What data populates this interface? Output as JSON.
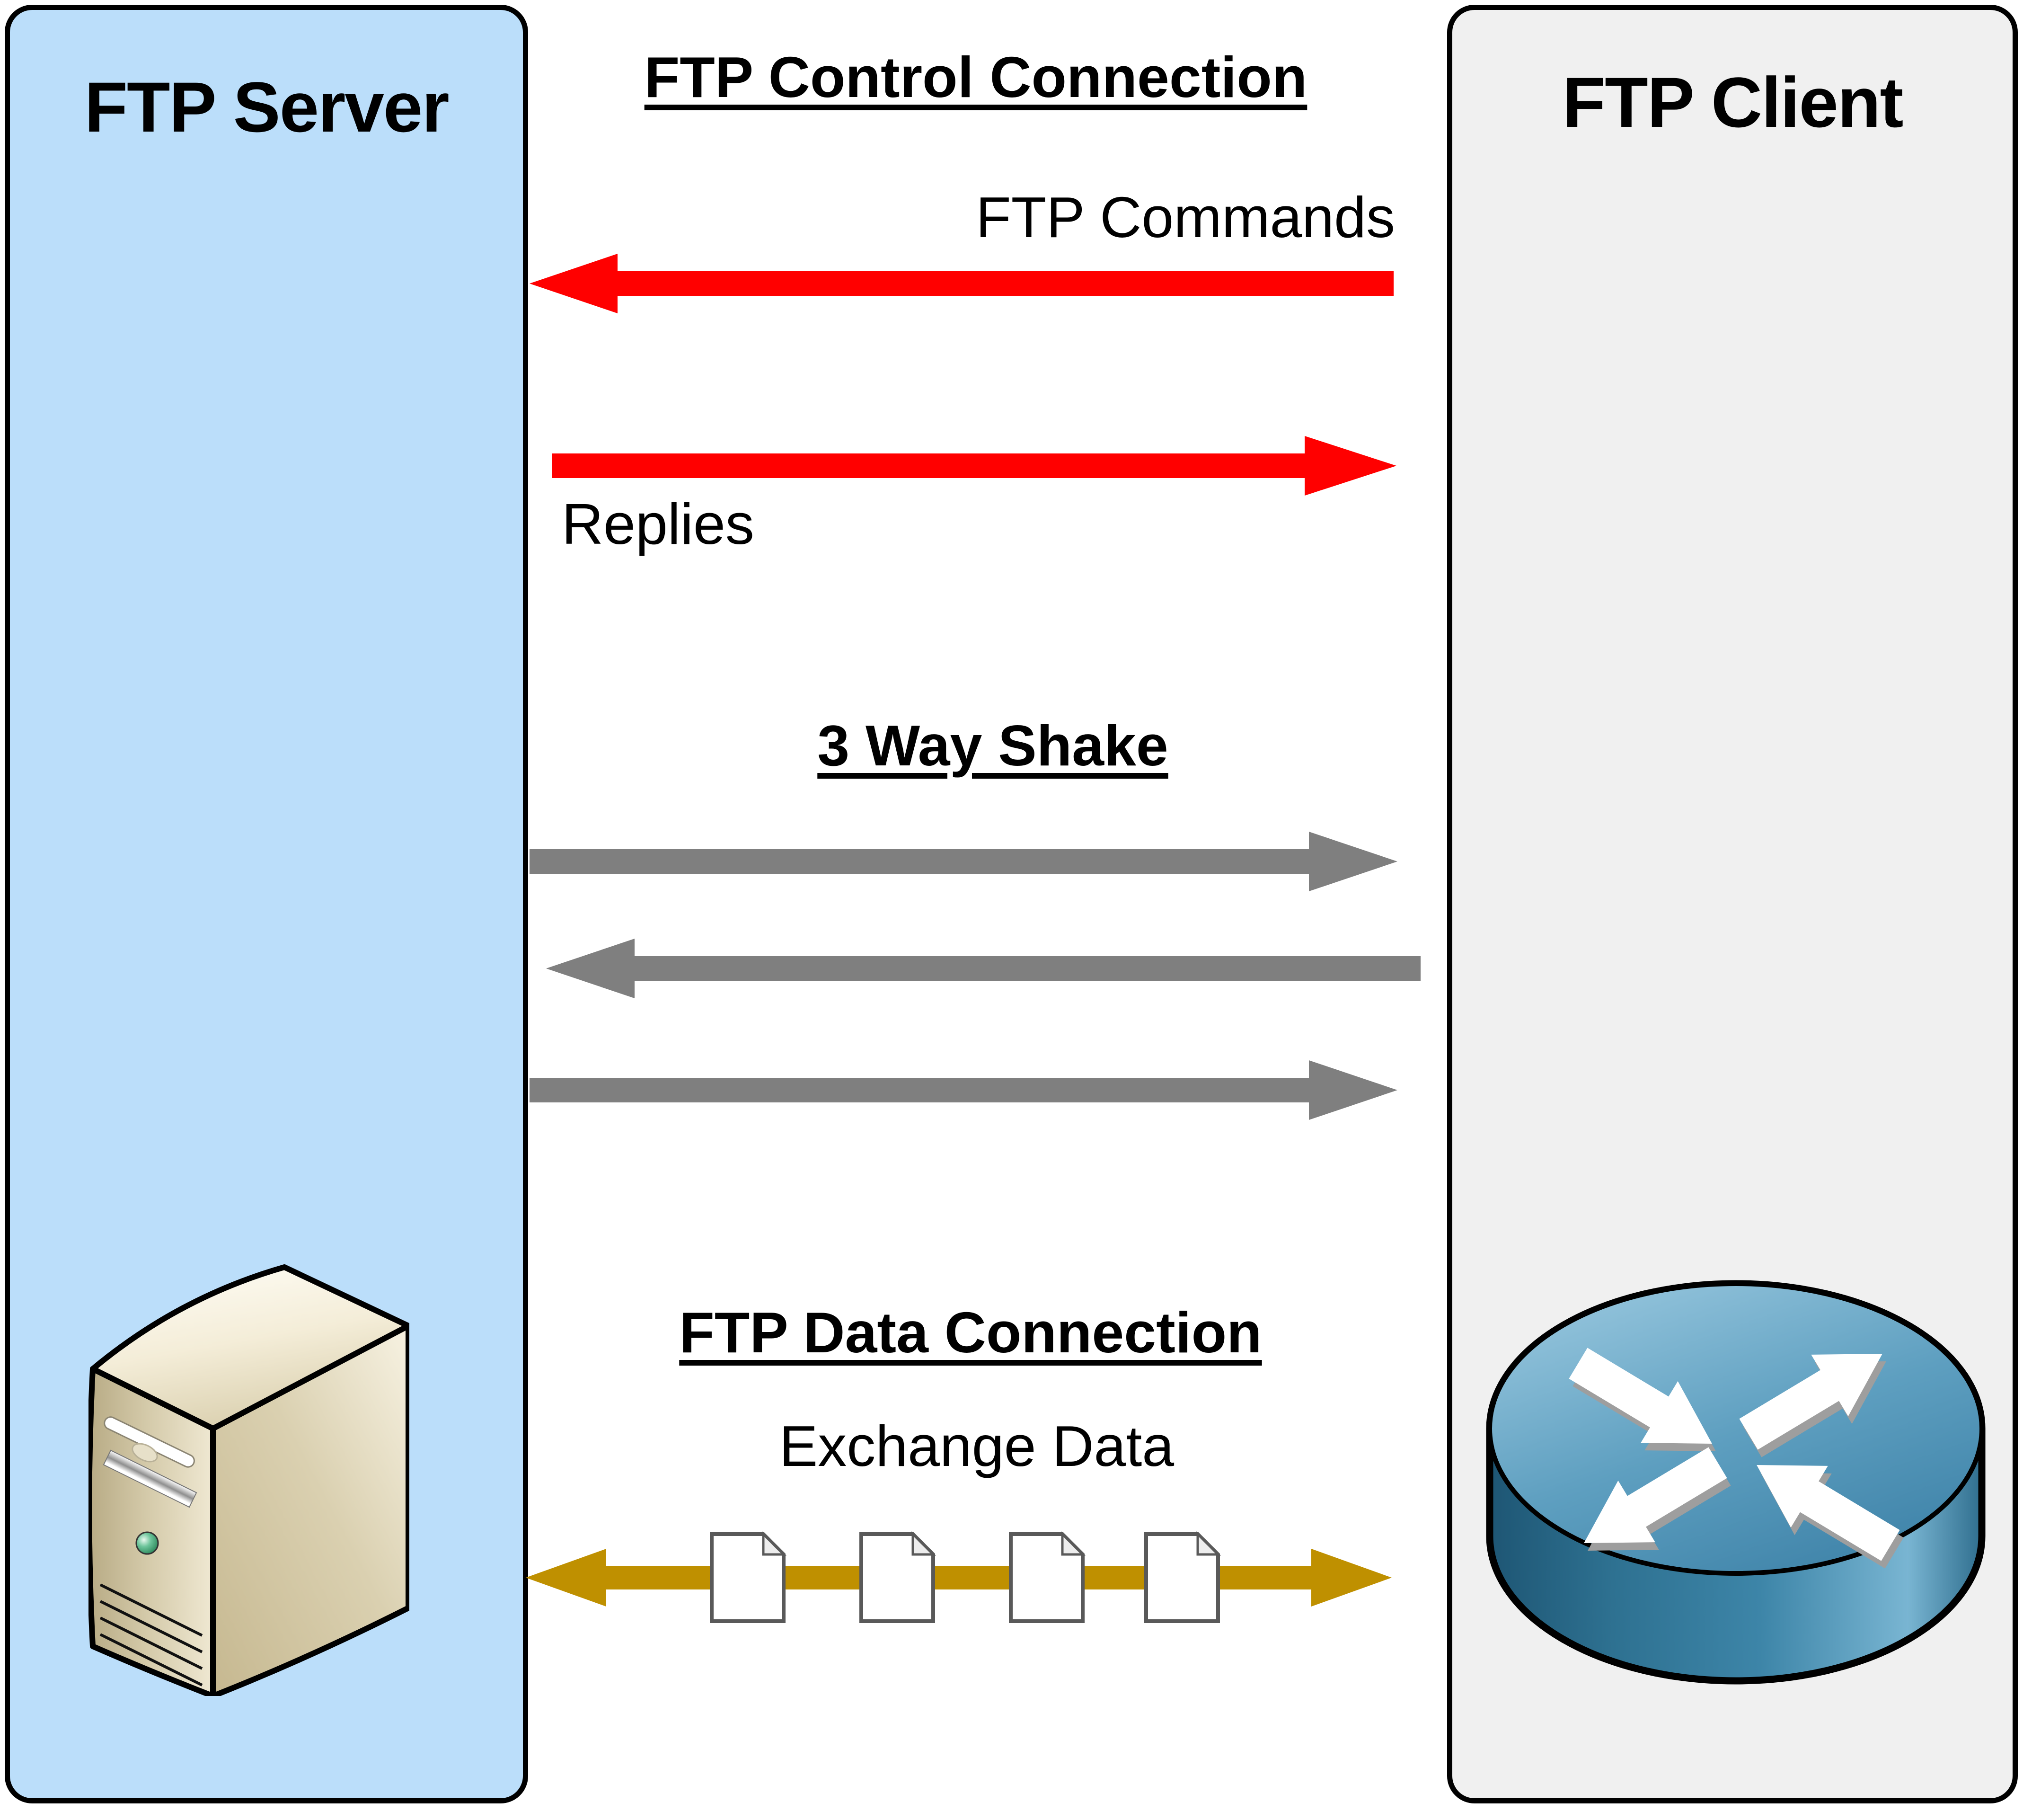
{
  "server_panel": {
    "title": "FTP Server",
    "bg_color": "#BBDEFA",
    "icon": "server-tower-icon"
  },
  "client_panel": {
    "title": "FTP Client",
    "bg_color": "#F0F0F0",
    "icon": "router-icon"
  },
  "control_section": {
    "heading": "FTP Control Connection",
    "commands_label": "FTP Commands",
    "replies_label": "Replies",
    "arrows": [
      {
        "name": "ftp-commands-arrow",
        "color": "#FF0000",
        "direction": "left"
      },
      {
        "name": "replies-arrow",
        "color": "#FF0000",
        "direction": "right"
      }
    ]
  },
  "handshake_section": {
    "heading": "3 Way Shake",
    "arrows": [
      {
        "name": "handshake-arrow-1",
        "color": "#7F7F7F",
        "direction": "right"
      },
      {
        "name": "handshake-arrow-2",
        "color": "#7F7F7F",
        "direction": "left"
      },
      {
        "name": "handshake-arrow-3",
        "color": "#7F7F7F",
        "direction": "right"
      }
    ]
  },
  "data_section": {
    "heading": "FTP Data Connection",
    "exchange_label": "Exchange Data",
    "arrow": {
      "name": "exchange-data-arrow",
      "color": "#BF9000",
      "direction": "both",
      "document_count": 4
    },
    "document_icon": "document-icon"
  },
  "colors": {
    "red_arrow": "#FF0000",
    "gray_arrow": "#7F7F7F",
    "gold_arrow": "#BF9000",
    "server_panel_bg": "#BBDEFA",
    "client_panel_bg": "#F0F0F0",
    "router_blue": "#4A90B5",
    "server_beige": "#D9CEAC"
  }
}
